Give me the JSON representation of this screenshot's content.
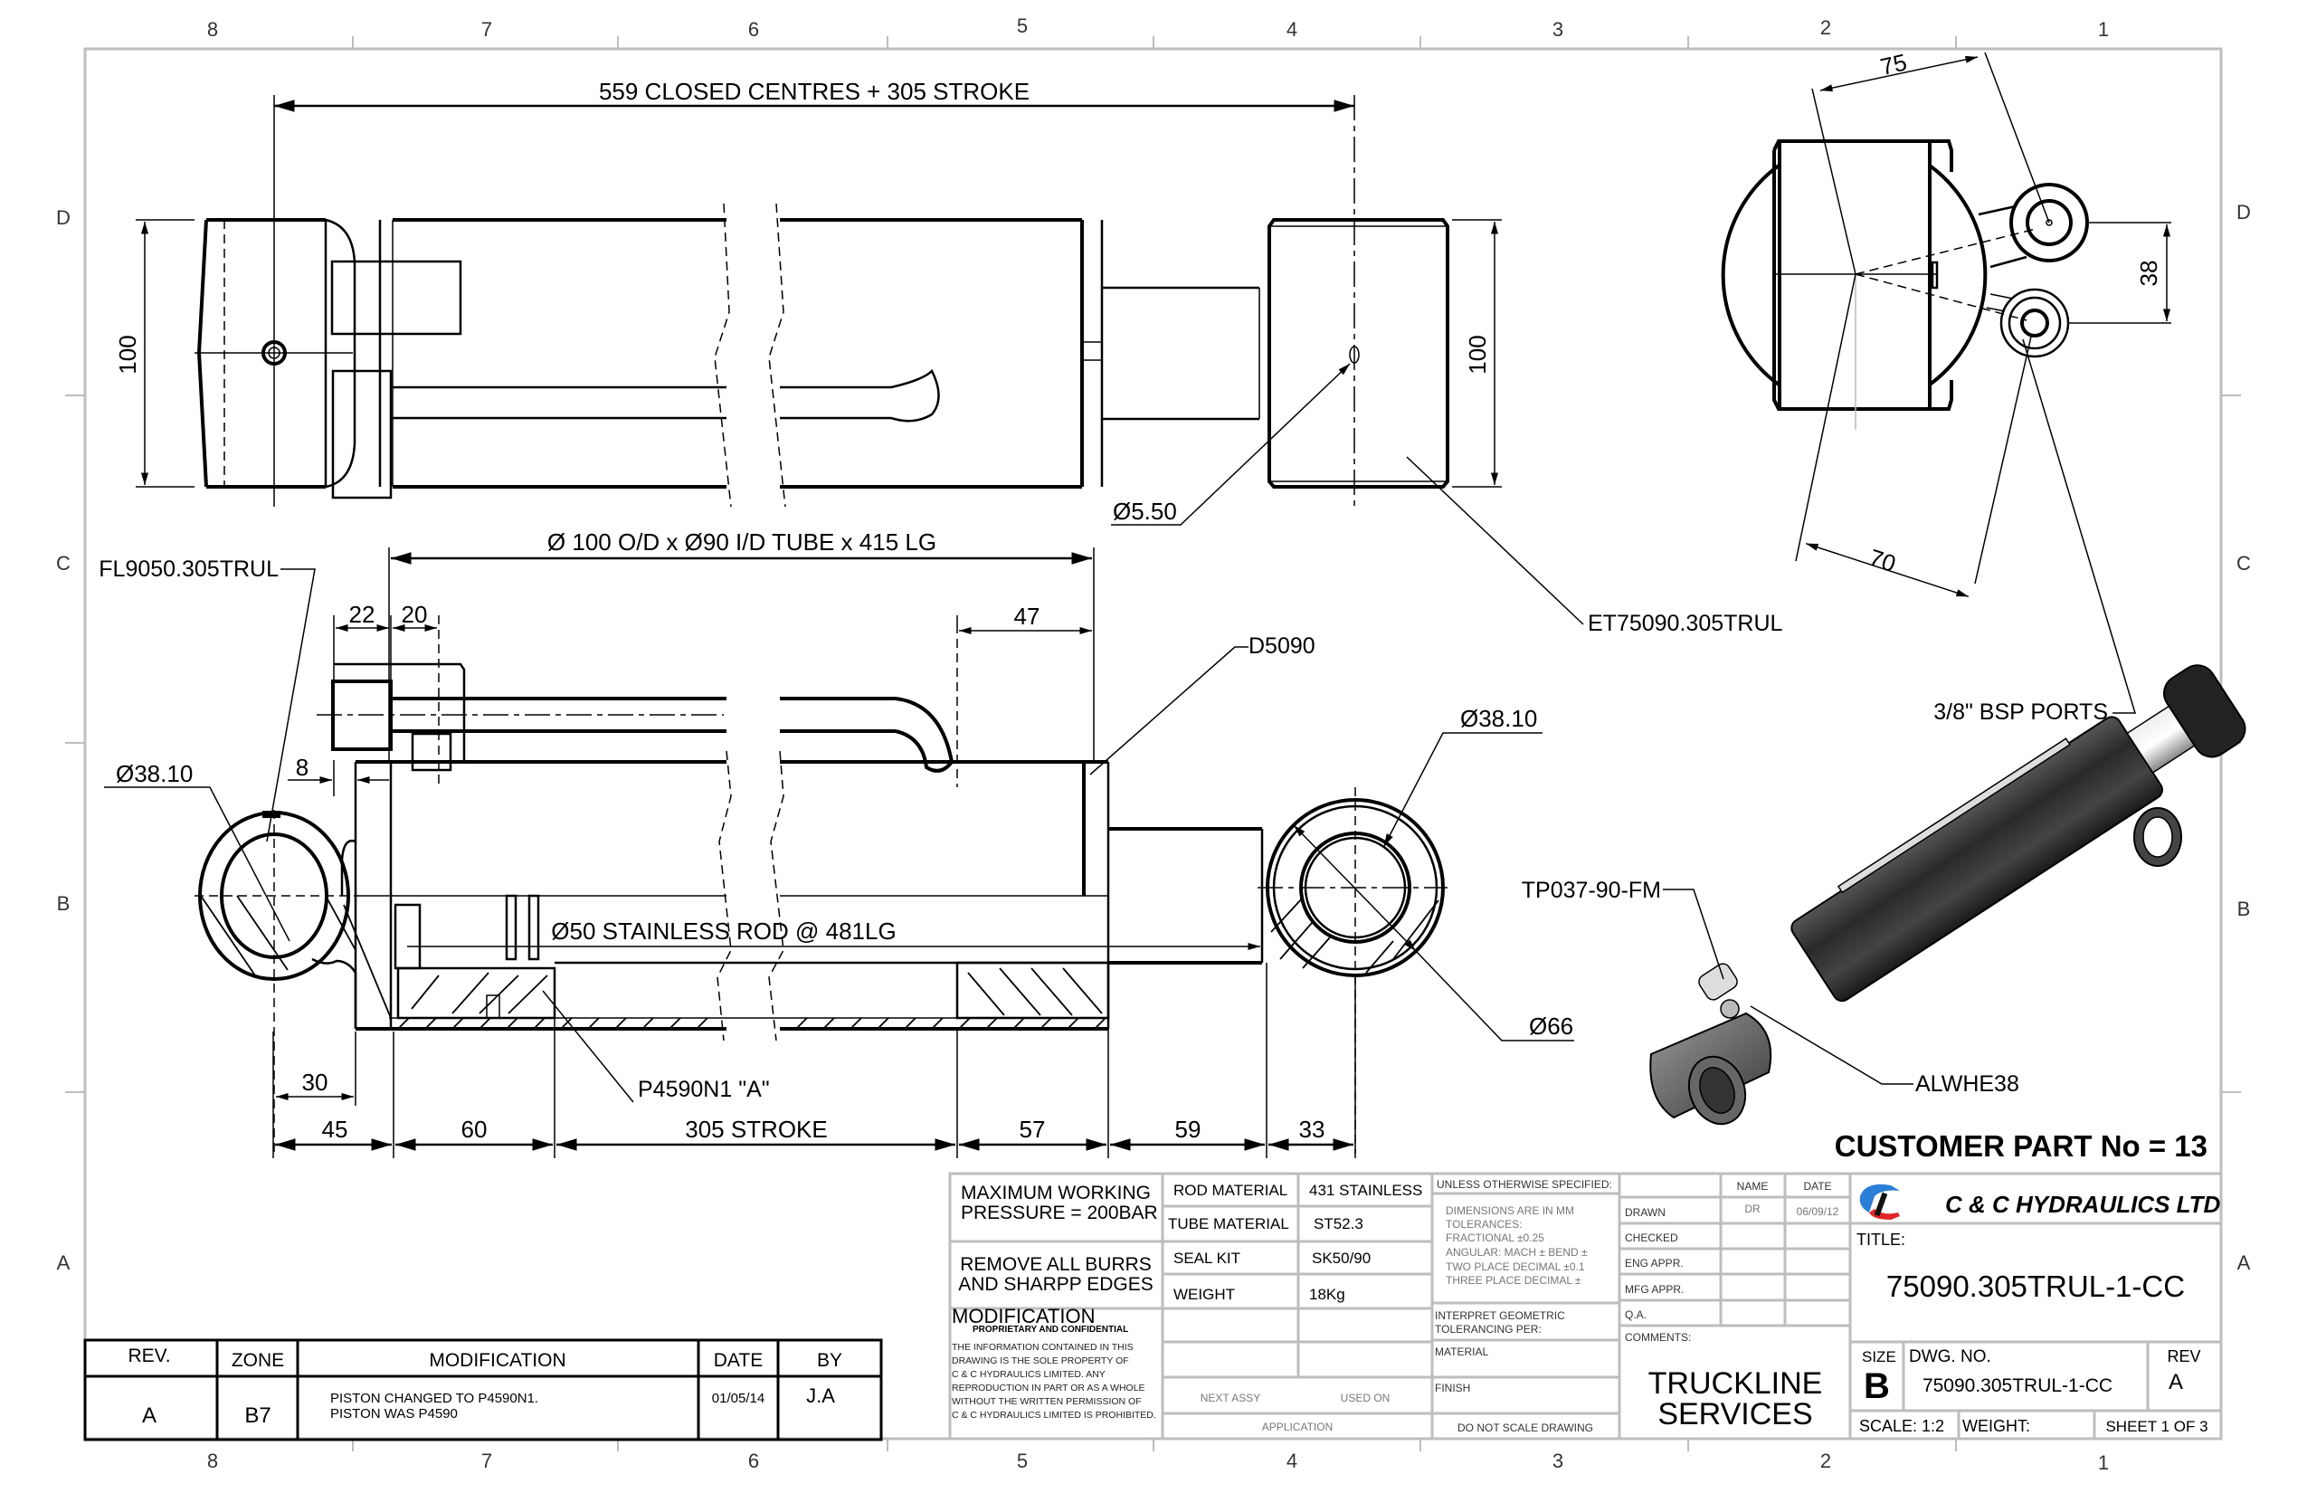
{
  "sheet": {
    "zones_top": [
      "8",
      "7",
      "6",
      "5",
      "4",
      "3",
      "2",
      "1"
    ],
    "zones_bottom": [
      "8",
      "7",
      "6",
      "5",
      "4",
      "3",
      "2",
      "1"
    ],
    "zones_side": [
      "D",
      "C",
      "B",
      "A"
    ]
  },
  "top_view": {
    "overall_dim": "559 CLOSED CENTRES + 305 STROKE",
    "height_dim_left": "100",
    "height_dim_right": "100",
    "hole_dim": "Ø5.50",
    "rod_eye_callout": "ET75090.305TRUL"
  },
  "end_view": {
    "dim_75": "75",
    "dim_70": "70",
    "dim_38": "38",
    "ports_callout": "3/8\" BSP PORTS"
  },
  "section_view": {
    "tube_dim": "Ø 100 O/D x  Ø90 I/D TUBE x 415 LG",
    "base_callout": "FL9050.305TRUL",
    "dim_22": "22",
    "dim_20": "20",
    "dim_8": "8",
    "dim_47": "47",
    "gland_callout": "D5090",
    "left_eye_dia": "Ø38.10",
    "right_eye_dia": "Ø38.10",
    "right_eye_outer": "Ø66",
    "rod_dim": "Ø50 STAINLESS ROD @ 481LG",
    "piston_callout": "P4590N1  \"A\"",
    "dim_30": "30",
    "bottom_dims": [
      "45",
      "60",
      "305 STROKE",
      "57",
      "59",
      "33"
    ]
  },
  "iso_view": {
    "callout_top": "TP037-90-FM",
    "callout_bottom": "ALWHE38"
  },
  "customer_part": "CUSTOMER PART No = 13",
  "notes": {
    "pressure": [
      "MAXIMUM WORKING",
      "PRESSURE = 200BAR"
    ],
    "burrs": [
      "REMOVE ALL BURRS",
      "AND SHARPP EDGES"
    ],
    "modification": "MODIFICATION",
    "proprietary_title": "PROPRIETARY AND CONFIDENTIAL",
    "proprietary_text": [
      "THE INFORMATION CONTAINED IN THIS",
      "DRAWING IS THE SOLE PROPERTY OF",
      "C & C HYDRAULICS LIMITED. ANY",
      "REPRODUCTION IN PART OR AS A WHOLE",
      "WITHOUT THE WRITTEN PERMISSION OF",
      "C & C HYDRAULICS LIMITED IS PROHIBITED."
    ]
  },
  "materials": [
    {
      "label": "ROD MATERIAL",
      "value": "431 STAINLESS"
    },
    {
      "label": "TUBE MATERIAL",
      "value": "ST52.3"
    },
    {
      "label": "SEAL KIT",
      "value": "SK50/90"
    },
    {
      "label": "WEIGHT",
      "value": "18Kg"
    }
  ],
  "application": {
    "next_assy": "NEXT ASSY",
    "used_on": "USED ON",
    "label": "APPLICATION"
  },
  "tolerances": {
    "header": "UNLESS OTHERWISE SPECIFIED:",
    "lines": [
      "DIMENSIONS ARE IN MM",
      "TOLERANCES:",
      "FRACTIONAL ±0.25",
      "ANGULAR: MACH ±    BEND ±",
      "TWO PLACE DECIMAL    ±0.1",
      "THREE PLACE DECIMAL  ±"
    ],
    "geometric": [
      "INTERPRET GEOMETRIC",
      "TOLERANCING PER:"
    ],
    "material": "MATERIAL",
    "finish": "FINISH",
    "do_not_scale": "DO NOT SCALE DRAWING"
  },
  "approvals": {
    "name_header": "NAME",
    "date_header": "DATE",
    "rows": [
      {
        "label": "DRAWN",
        "name": "DR",
        "date": "06/09/12"
      },
      {
        "label": "CHECKED",
        "name": "",
        "date": ""
      },
      {
        "label": "ENG APPR.",
        "name": "",
        "date": ""
      },
      {
        "label": "MFG APPR.",
        "name": "",
        "date": ""
      },
      {
        "label": "Q.A.",
        "name": "",
        "date": ""
      }
    ],
    "comments_label": "COMMENTS:",
    "comments": [
      "TRUCKLINE",
      "SERVICES"
    ]
  },
  "title_block": {
    "company": "C & C HYDRAULICS LTD",
    "title_label": "TITLE:",
    "title": "75090.305TRUL-1-CC",
    "size_label": "SIZE",
    "size": "B",
    "dwg_no_label": "DWG.  NO.",
    "dwg_no": "75090.305TRUL-1-CC",
    "rev_label": "REV",
    "rev": "A",
    "scale": "SCALE: 1:2",
    "weight": "WEIGHT:",
    "sheet": "SHEET 1 OF 3",
    "logo_colors": {
      "blue": "#2b7fd6",
      "red": "#e0262a",
      "dark": "#111111"
    }
  },
  "revision_table": {
    "headers": [
      "REV.",
      "ZONE",
      "MODIFICATION",
      "DATE",
      "BY"
    ],
    "rows": [
      {
        "rev": "A",
        "zone": "B7",
        "modification": [
          "PISTON CHANGED TO P4590N1.",
          "PISTON WAS P4590"
        ],
        "date": "01/05/14",
        "by": "J.A"
      }
    ]
  }
}
